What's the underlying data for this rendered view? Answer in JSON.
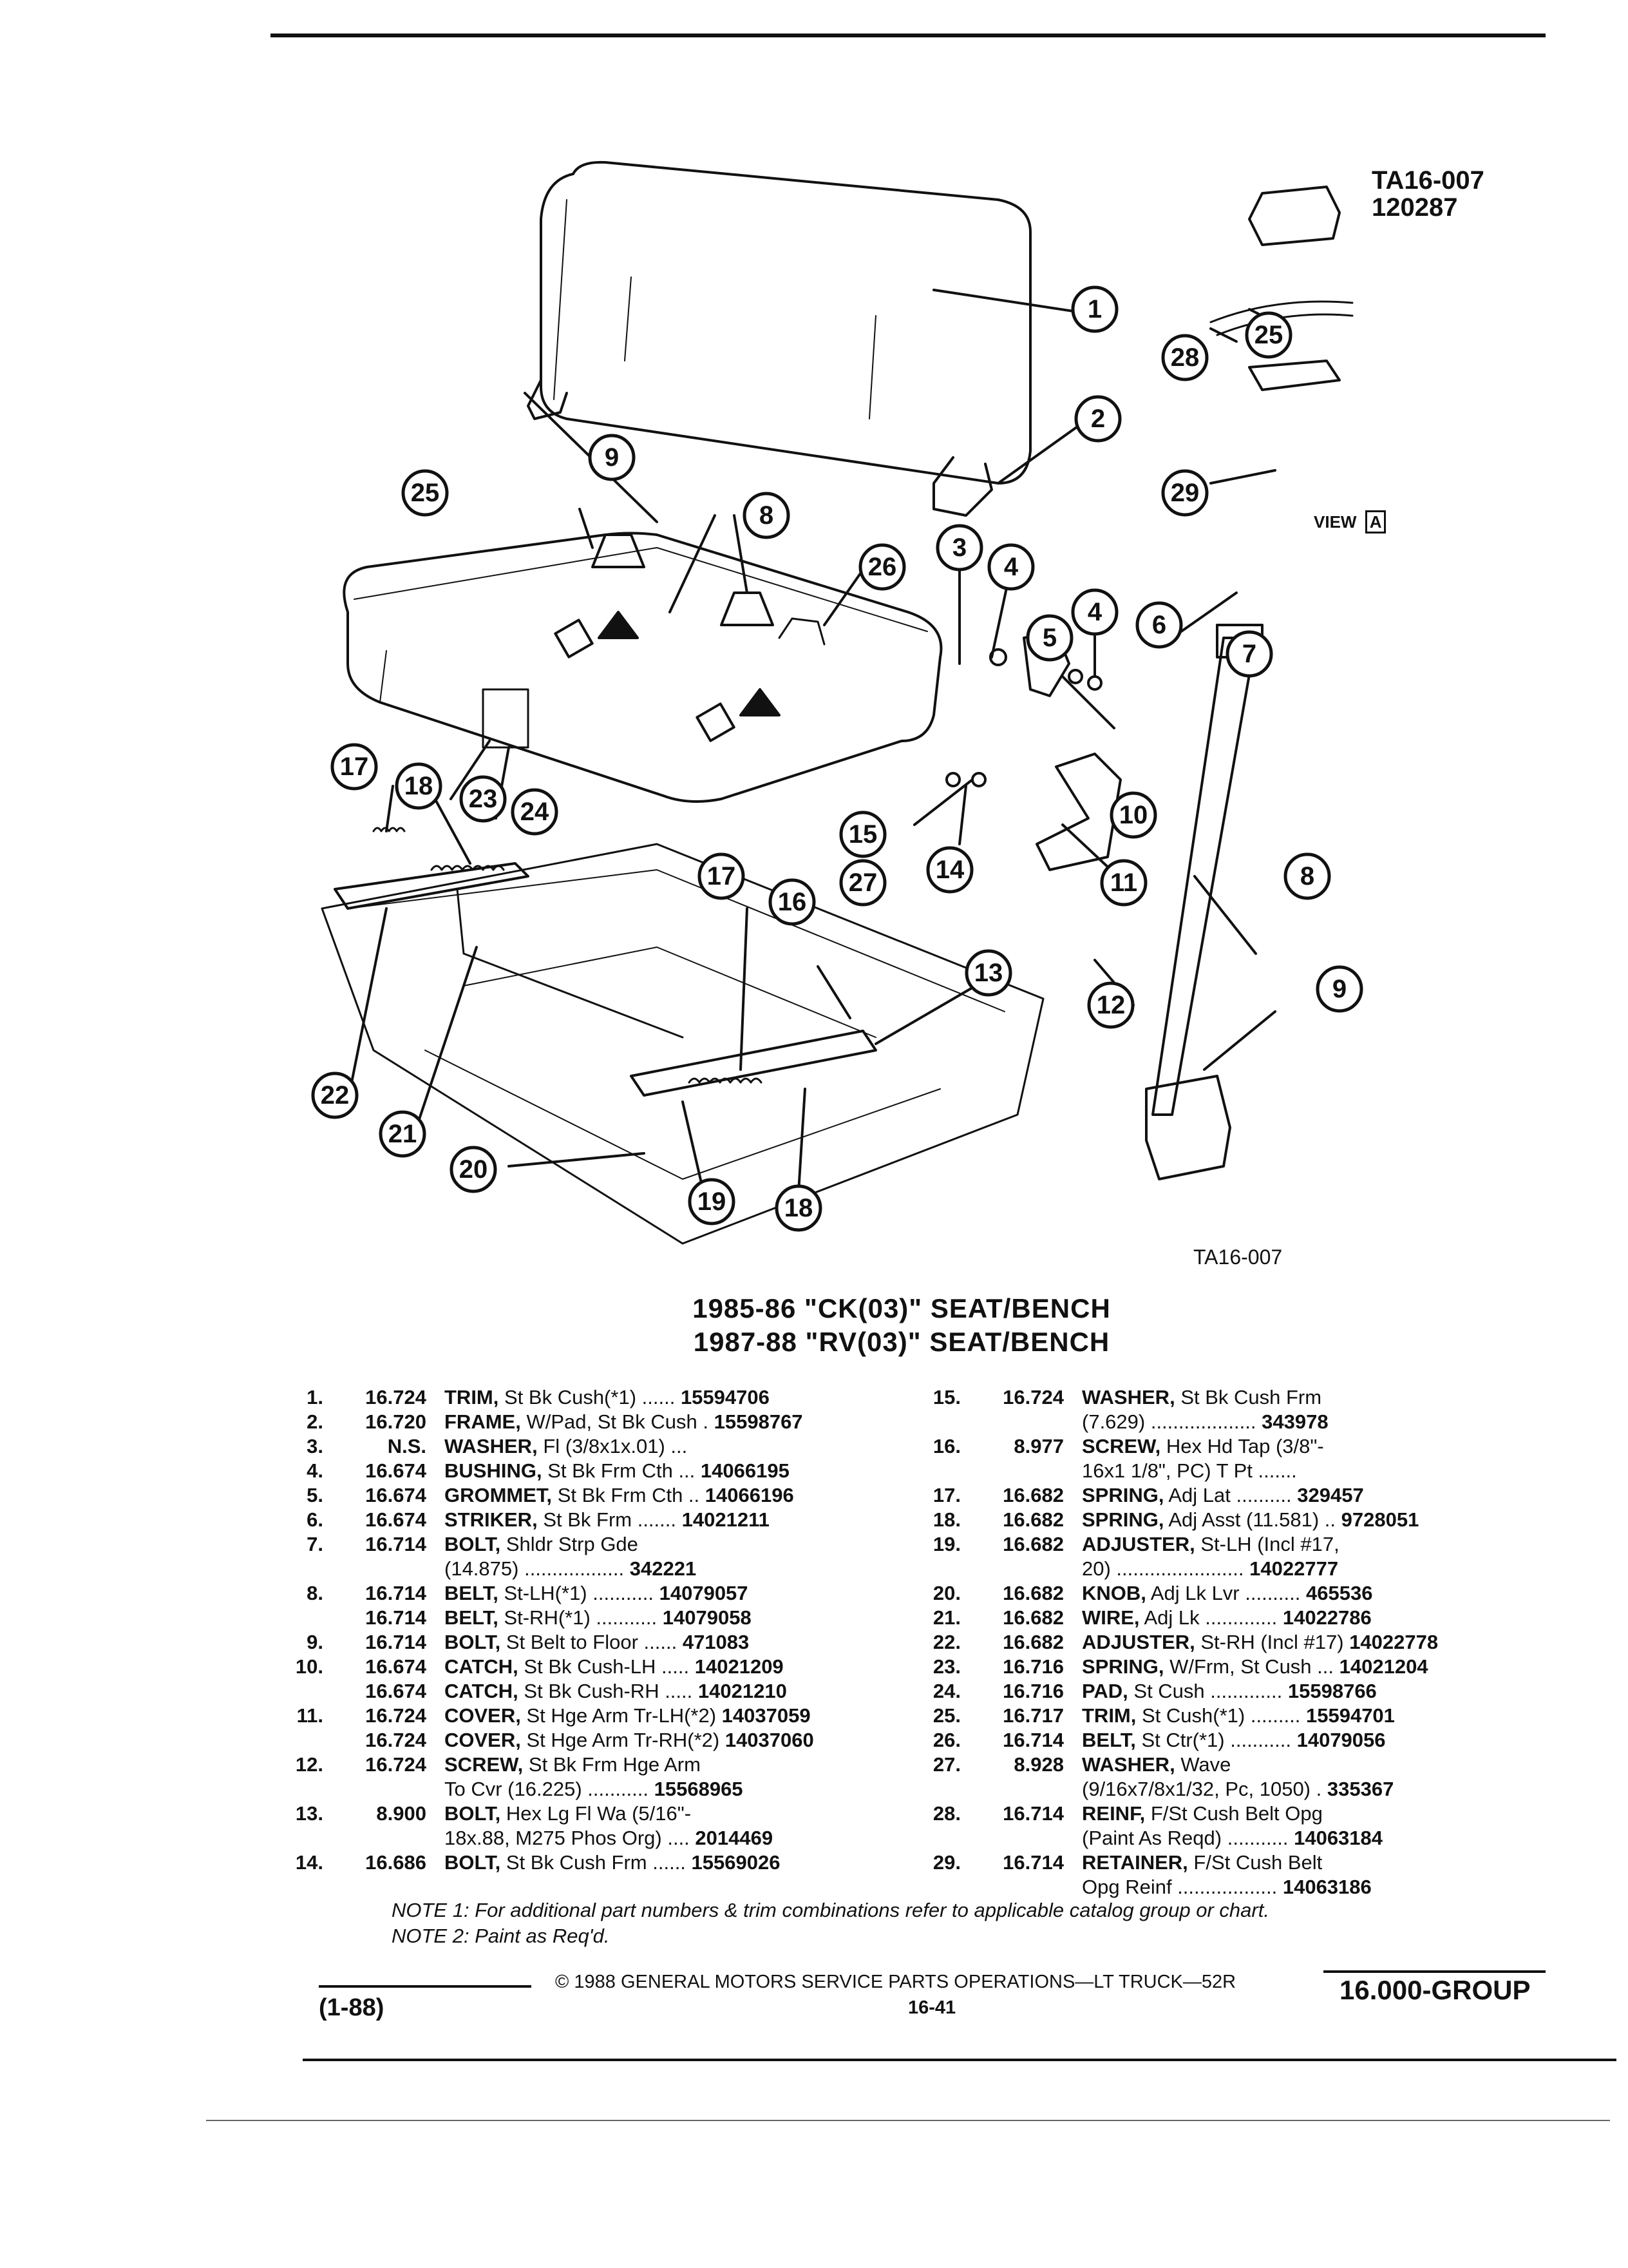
{
  "header": {
    "ref_code": "TA16-007",
    "ref_date": "120287"
  },
  "figure": {
    "caption": "TA16-007",
    "view_label": "VIEW",
    "view_marker": "A",
    "callouts": [
      "1",
      "2",
      "3",
      "4",
      "4",
      "5",
      "6",
      "7",
      "8",
      "8",
      "9",
      "9",
      "10",
      "11",
      "12",
      "13",
      "14",
      "15",
      "16",
      "17",
      "17",
      "18",
      "18",
      "19",
      "20",
      "21",
      "22",
      "23",
      "24",
      "25",
      "25",
      "26",
      "27",
      "28",
      "29"
    ],
    "arrow_marker": "A"
  },
  "title": {
    "line1": "1985-86 \"CK(03)\" SEAT/BENCH",
    "line2": "1987-88 \"RV(03)\" SEAT/BENCH"
  },
  "parts_left": [
    {
      "no": "1.",
      "grp": "16.724",
      "name": "TRIM,",
      "desc": "St Bk Cush(*1) ......",
      "pn": "15594706"
    },
    {
      "no": "2.",
      "grp": "16.720",
      "name": "FRAME,",
      "desc": "W/Pad, St Bk Cush .",
      "pn": "15598767"
    },
    {
      "no": "3.",
      "grp": "N.S.",
      "name": "WASHER,",
      "desc": "Fl (3/8x1x.01) ...",
      "pn": ""
    },
    {
      "no": "4.",
      "grp": "16.674",
      "name": "BUSHING,",
      "desc": "St Bk Frm Cth ...",
      "pn": "14066195"
    },
    {
      "no": "5.",
      "grp": "16.674",
      "name": "GROMMET,",
      "desc": "St Bk Frm Cth ..",
      "pn": "14066196"
    },
    {
      "no": "6.",
      "grp": "16.674",
      "name": "STRIKER,",
      "desc": "St Bk Frm .......",
      "pn": "14021211"
    },
    {
      "no": "7.",
      "grp": "16.714",
      "name": "BOLT,",
      "desc": "Shldr Strp Gde",
      "pn": ""
    },
    {
      "no": "",
      "grp": "",
      "name": "",
      "desc": "(14.875) ..................",
      "pn": "342221"
    },
    {
      "no": "8.",
      "grp": "16.714",
      "name": "BELT,",
      "desc": "St-LH(*1) ...........",
      "pn": "14079057"
    },
    {
      "no": "",
      "grp": "16.714",
      "name": "BELT,",
      "desc": "St-RH(*1) ...........",
      "pn": "14079058"
    },
    {
      "no": "9.",
      "grp": "16.714",
      "name": "BOLT,",
      "desc": "St Belt to Floor ......",
      "pn": "471083"
    },
    {
      "no": "10.",
      "grp": "16.674",
      "name": "CATCH,",
      "desc": "St Bk Cush-LH .....",
      "pn": "14021209"
    },
    {
      "no": "",
      "grp": "16.674",
      "name": "CATCH,",
      "desc": "St Bk Cush-RH .....",
      "pn": "14021210"
    },
    {
      "no": "11.",
      "grp": "16.724",
      "name": "COVER,",
      "desc": "St Hge Arm Tr-LH(*2)",
      "pn": "14037059"
    },
    {
      "no": "",
      "grp": "16.724",
      "name": "COVER,",
      "desc": "St Hge Arm Tr-RH(*2)",
      "pn": "14037060"
    },
    {
      "no": "12.",
      "grp": "16.724",
      "name": "SCREW,",
      "desc": "St Bk Frm Hge Arm",
      "pn": ""
    },
    {
      "no": "",
      "grp": "",
      "name": "",
      "desc": "To Cvr (16.225) ...........",
      "pn": "15568965"
    },
    {
      "no": "13.",
      "grp": "8.900",
      "name": "BOLT,",
      "desc": "Hex Lg Fl Wa (5/16\"-",
      "pn": ""
    },
    {
      "no": "",
      "grp": "",
      "name": "",
      "desc": "18x.88, M275 Phos Org) ....",
      "pn": "2014469"
    },
    {
      "no": "14.",
      "grp": "16.686",
      "name": "BOLT,",
      "desc": "St Bk Cush Frm ......",
      "pn": "15569026"
    }
  ],
  "parts_right": [
    {
      "no": "15.",
      "grp": "16.724",
      "name": "WASHER,",
      "desc": "St Bk Cush Frm",
      "pn": ""
    },
    {
      "no": "",
      "grp": "",
      "name": "",
      "desc": "(7.629) ...................",
      "pn": "343978"
    },
    {
      "no": "16.",
      "grp": "8.977",
      "name": "SCREW,",
      "desc": "Hex Hd Tap (3/8\"-",
      "pn": ""
    },
    {
      "no": "",
      "grp": "",
      "name": "",
      "desc": "16x1 1/8\", PC) T Pt .......",
      "pn": ""
    },
    {
      "no": "17.",
      "grp": "16.682",
      "name": "SPRING,",
      "desc": "Adj Lat ..........",
      "pn": "329457"
    },
    {
      "no": "18.",
      "grp": "16.682",
      "name": "SPRING,",
      "desc": "Adj Asst (11.581) ..",
      "pn": "9728051"
    },
    {
      "no": "19.",
      "grp": "16.682",
      "name": "ADJUSTER,",
      "desc": "St-LH (Incl #17,",
      "pn": ""
    },
    {
      "no": "",
      "grp": "",
      "name": "",
      "desc": "20) .......................",
      "pn": "14022777"
    },
    {
      "no": "20.",
      "grp": "16.682",
      "name": "KNOB,",
      "desc": "Adj Lk Lvr ..........",
      "pn": "465536"
    },
    {
      "no": "21.",
      "grp": "16.682",
      "name": "WIRE,",
      "desc": "Adj Lk .............",
      "pn": "14022786"
    },
    {
      "no": "22.",
      "grp": "16.682",
      "name": "ADJUSTER,",
      "desc": "St-RH (Incl #17)",
      "pn": "14022778"
    },
    {
      "no": "23.",
      "grp": "16.716",
      "name": "SPRING,",
      "desc": "W/Frm, St Cush ...",
      "pn": "14021204"
    },
    {
      "no": "24.",
      "grp": "16.716",
      "name": "PAD,",
      "desc": "St Cush .............",
      "pn": "15598766"
    },
    {
      "no": "25.",
      "grp": "16.717",
      "name": "TRIM,",
      "desc": "St Cush(*1) .........",
      "pn": "15594701"
    },
    {
      "no": "26.",
      "grp": "16.714",
      "name": "BELT,",
      "desc": "St Ctr(*1) ...........",
      "pn": "14079056"
    },
    {
      "no": "27.",
      "grp": "8.928",
      "name": "WASHER,",
      "desc": "Wave",
      "pn": ""
    },
    {
      "no": "",
      "grp": "",
      "name": "",
      "desc": "(9/16x7/8x1/32, Pc, 1050) .",
      "pn": "335367"
    },
    {
      "no": "28.",
      "grp": "16.714",
      "name": "REINF,",
      "desc": "F/St Cush Belt Opg",
      "pn": ""
    },
    {
      "no": "",
      "grp": "",
      "name": "",
      "desc": "(Paint As Reqd) ...........",
      "pn": "14063184"
    },
    {
      "no": "29.",
      "grp": "16.714",
      "name": "RETAINER,",
      "desc": "F/St Cush Belt",
      "pn": ""
    },
    {
      "no": "",
      "grp": "",
      "name": "",
      "desc": "Opg Reinf ..................",
      "pn": "14063186"
    }
  ],
  "notes": [
    "NOTE 1: For additional part numbers & trim combinations refer to applicable catalog group or chart.",
    "NOTE 2: Paint as Req'd."
  ],
  "footer": {
    "copyright": "© 1988 GENERAL MOTORS SERVICE PARTS OPERATIONS—LT TRUCK—52R",
    "page": "16-41",
    "date_code": "(1-88)",
    "group": "16.000-GROUP"
  }
}
